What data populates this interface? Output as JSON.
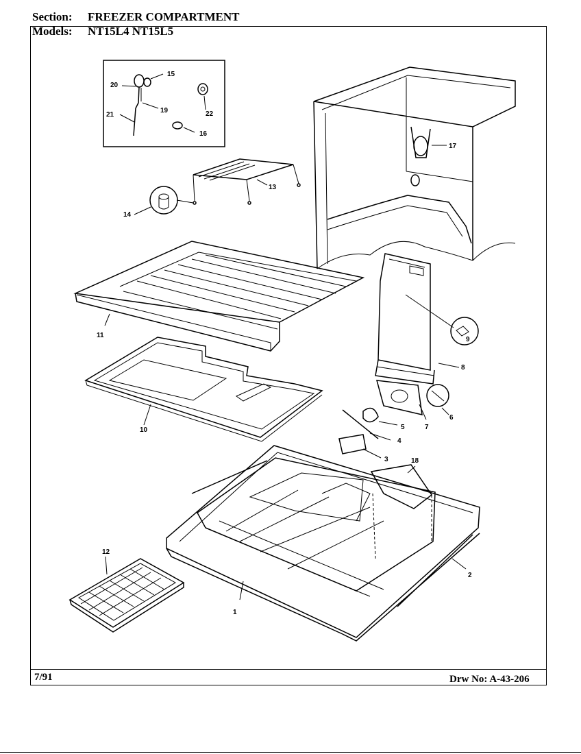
{
  "header": {
    "section_label": "Section:",
    "section_value": "FREEZER COMPARTMENT",
    "models_label": "Models:",
    "models_value": "NT15L4   NT15L5"
  },
  "footer": {
    "date": "7/91",
    "drawing_number": "Drw No: A-43-206"
  },
  "callouts": [
    "1",
    "2",
    "3",
    "4",
    "5",
    "6",
    "7",
    "8",
    "9",
    "10",
    "11",
    "12",
    "13",
    "14",
    "15",
    "16",
    "17",
    "18",
    "19",
    "20",
    "21",
    "22"
  ]
}
